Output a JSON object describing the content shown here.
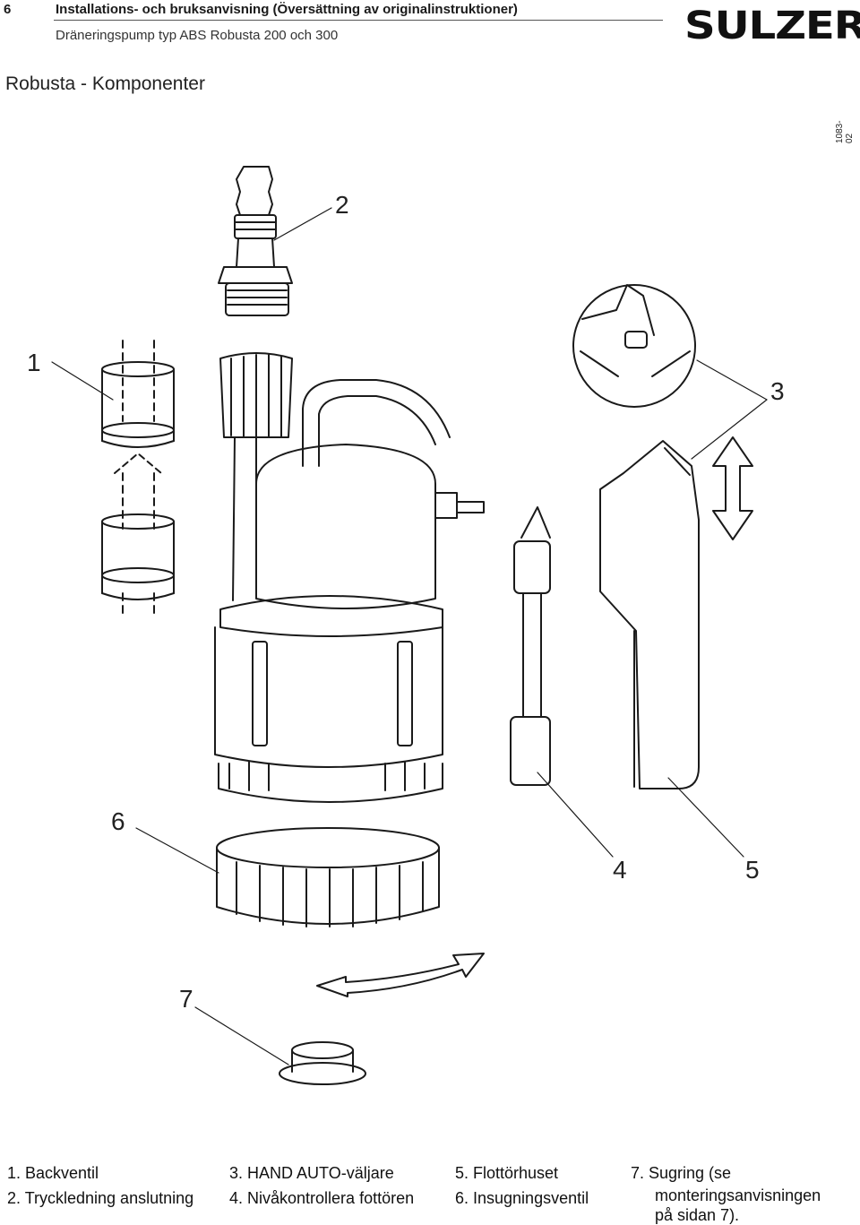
{
  "header": {
    "page_number": "6",
    "title": "Installations- och bruksanvisning (Översättning av originalinstruktioner)",
    "subtitle": "Dräneringspump typ ABS Robusta 200 och 300",
    "brand": "SULZER"
  },
  "section_title": "Robusta - Komponenter",
  "figure_code": "1083-02",
  "callouts": [
    "1",
    "2",
    "3",
    "4",
    "5",
    "6",
    "7"
  ],
  "legend": {
    "col1": [
      "1. Backventil",
      "2. Tryckledning anslutning"
    ],
    "col2": [
      "3. HAND AUTO-väljare",
      "4. Nivåkontrollera fottören"
    ],
    "col3": [
      "5. Flottörhuset",
      "6. Insugningsventil"
    ],
    "col4": [
      "7.  Sugring (se",
      "monteringsanvisningen",
      "på sidan 7)."
    ]
  }
}
